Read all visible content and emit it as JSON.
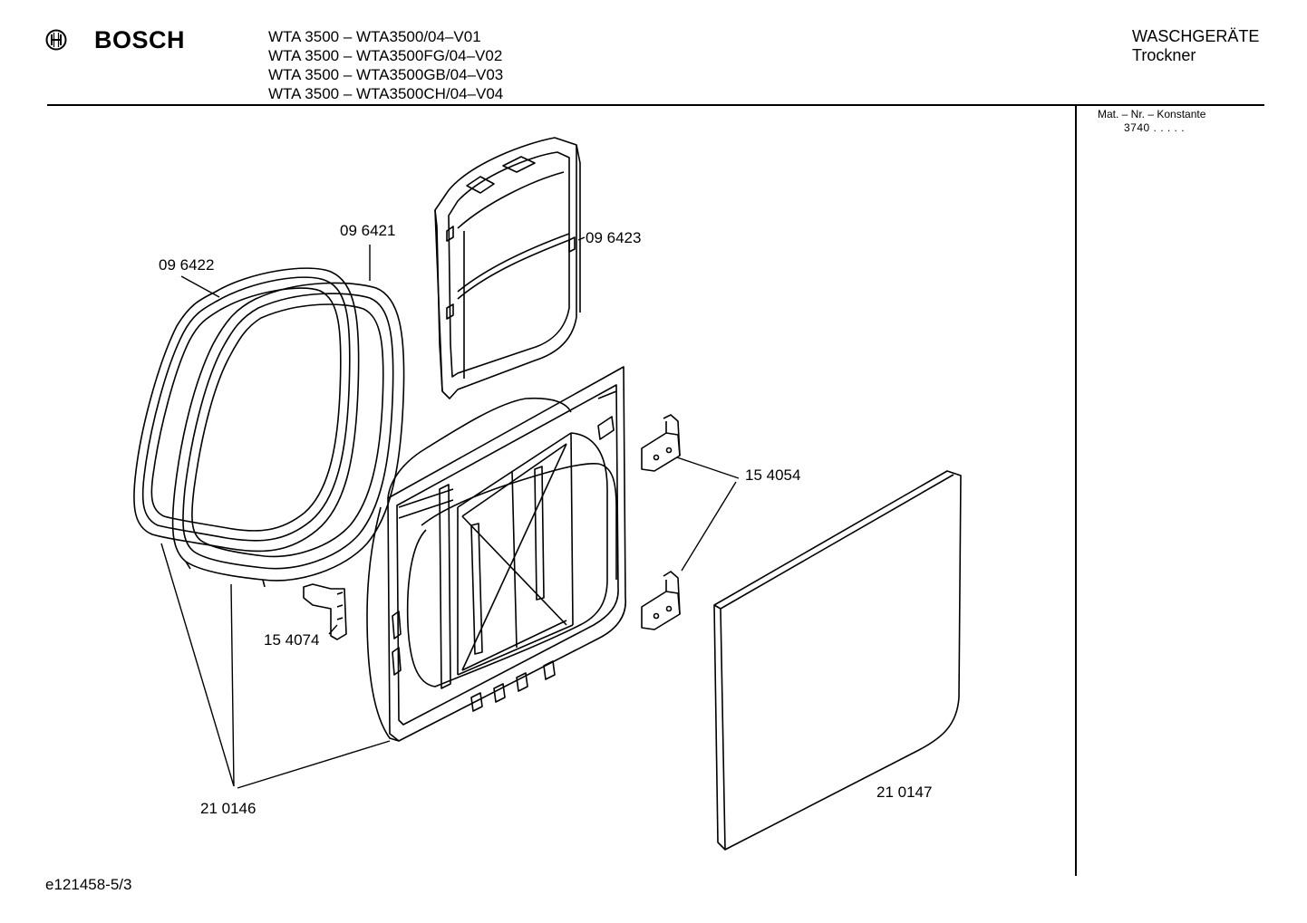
{
  "header": {
    "brand": "BOSCH",
    "logo_icon": "bosch-armature-icon",
    "models": [
      "WTA 3500 – WTA3500/04–V01",
      "WTA 3500 – WTA3500FG/04–V02",
      "WTA 3500 – WTA3500GB/04–V03",
      "WTA 3500 – WTA3500CH/04–V04"
    ],
    "category": "WASCHGERÄTE",
    "subcategory": "Trockner"
  },
  "sidebar": {
    "mat_label": "Mat. – Nr. – Konstante",
    "mat_value": "3740  .  .  .  .  ."
  },
  "parts": {
    "p096422": "09 6422",
    "p096421": "09 6421",
    "p096423": "09 6423",
    "p154054": "15 4054",
    "p154074": "15 4074",
    "p210146": "21 0146",
    "p210147": "21 0147"
  },
  "footer": {
    "code": "e121458-5/3"
  }
}
